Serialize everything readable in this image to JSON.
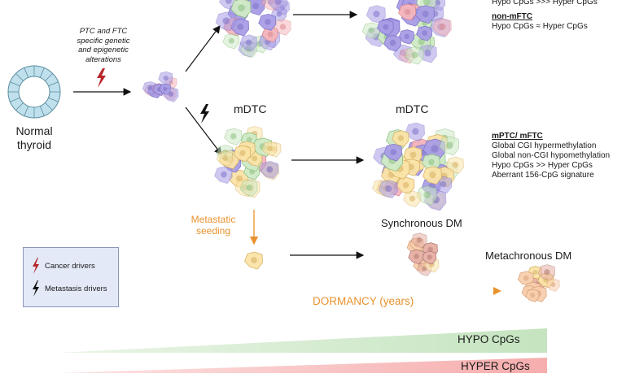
{
  "labels": {
    "normal_thyroid_line1": "Normal",
    "normal_thyroid_line2": "thyroid",
    "alterations_line1": "PTC and FTC",
    "alterations_line2": "specific genetic",
    "alterations_line3": "and epigenetic",
    "alterations_line4": "alterations",
    "mdtc_left": "mDTC",
    "mdtc_right": "mDTC",
    "metastatic_line1": "Metastatic",
    "metastatic_line2": "seeding",
    "synchronous": "Synchronous DM",
    "metachronous": "Metachronous DM",
    "dormancy": "DORMANCY (years)"
  },
  "top_annotation": {
    "partial_line": "Hypo CpGs >>> Hyper CpGs",
    "heading": "non-mFTC",
    "line": "Hypo CpGs ≈ Hyper CpGs"
  },
  "mid_annotation": {
    "heading": "mPTC/ mFTC",
    "lines": [
      "Global CGI hypermethylation",
      "Global non-CGI hypomethylation",
      "Hypo CpGs >> Hyper CpGs",
      "Aberrant 156-CpG signature"
    ]
  },
  "legend": {
    "cancer": "Cancer drivers",
    "metastasis": "Metastasis drivers"
  },
  "gradients": {
    "hypo": "HYPO CpGs",
    "hyper": "HYPER CpGs"
  },
  "colors": {
    "orange": "#e8922e",
    "red_bolt": "#b8262b",
    "black_bolt": "#111111",
    "hypo_green": "#cde7c8",
    "hyper_pink": "#f7b8b8",
    "legend_bg": "#e3e9f6"
  }
}
